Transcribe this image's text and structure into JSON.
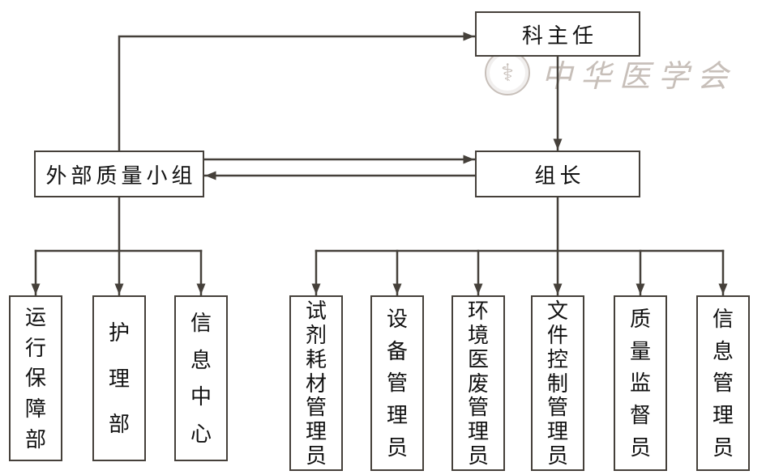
{
  "diagram": {
    "nodes": {
      "director": "科主任",
      "external_group": "外部质量小组",
      "leader": "组长"
    },
    "external_children": [
      "运行保障部",
      "护理部",
      "信息中心"
    ],
    "leader_children": [
      "试剂耗材管理员",
      "设备管理员",
      "环境医废管理员",
      "文件控制管理员",
      "质量监督员",
      "信息管理员"
    ],
    "watermark": {
      "text": "中华医学会",
      "emblem_symbol": "⚕"
    },
    "colors": {
      "line": "#45403a",
      "border": "#45403a",
      "text": "#111111",
      "watermark": "#a3958c"
    }
  }
}
